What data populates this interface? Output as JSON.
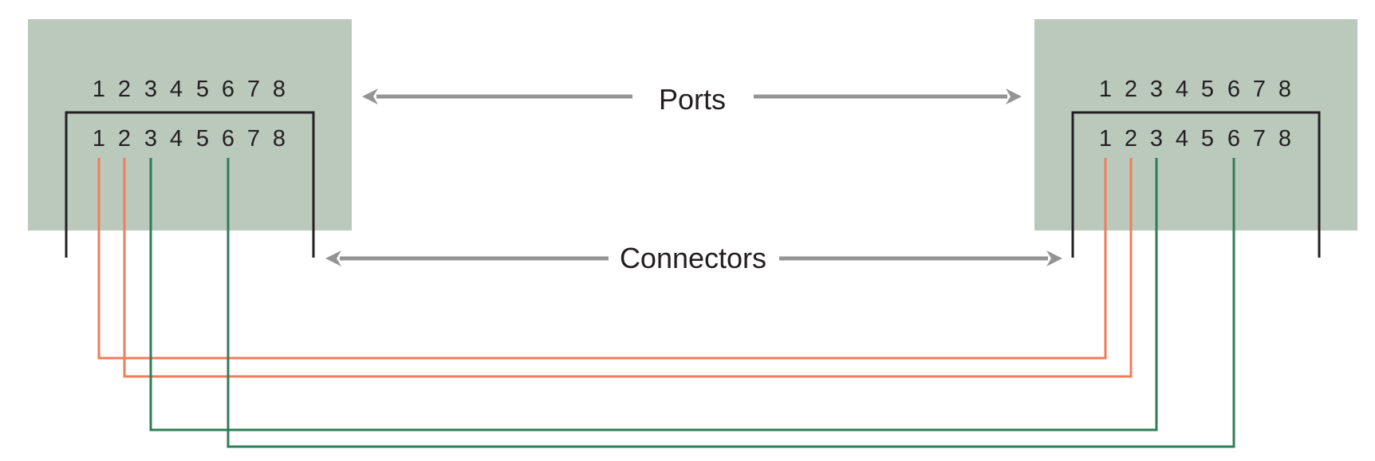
{
  "diagram": {
    "colors": {
      "port_fill": "#bac9bc",
      "connector_outline": "#231f20",
      "arrow": "#949494",
      "wire_orange": "#ef7d5b",
      "wire_green": "#2e7d56"
    },
    "labels": {
      "ports": "Ports",
      "connectors": "Connectors"
    },
    "pin_numbers": [
      "1",
      "2",
      "3",
      "4",
      "5",
      "6",
      "7",
      "8"
    ],
    "left_device": {
      "port_pins": [
        "1",
        "2",
        "3",
        "4",
        "5",
        "6",
        "7",
        "8"
      ],
      "connector_pins": [
        "1",
        "2",
        "3",
        "4",
        "5",
        "6",
        "7",
        "8"
      ]
    },
    "right_device": {
      "port_pins": [
        "1",
        "2",
        "3",
        "4",
        "5",
        "6",
        "7",
        "8"
      ],
      "connector_pins": [
        "1",
        "2",
        "3",
        "4",
        "5",
        "6",
        "7",
        "8"
      ]
    },
    "wires": [
      {
        "from_pin": "1",
        "to_pin": "1",
        "color": "orange"
      },
      {
        "from_pin": "2",
        "to_pin": "2",
        "color": "orange"
      },
      {
        "from_pin": "3",
        "to_pin": "3",
        "color": "green"
      },
      {
        "from_pin": "6",
        "to_pin": "6",
        "color": "green"
      }
    ]
  }
}
